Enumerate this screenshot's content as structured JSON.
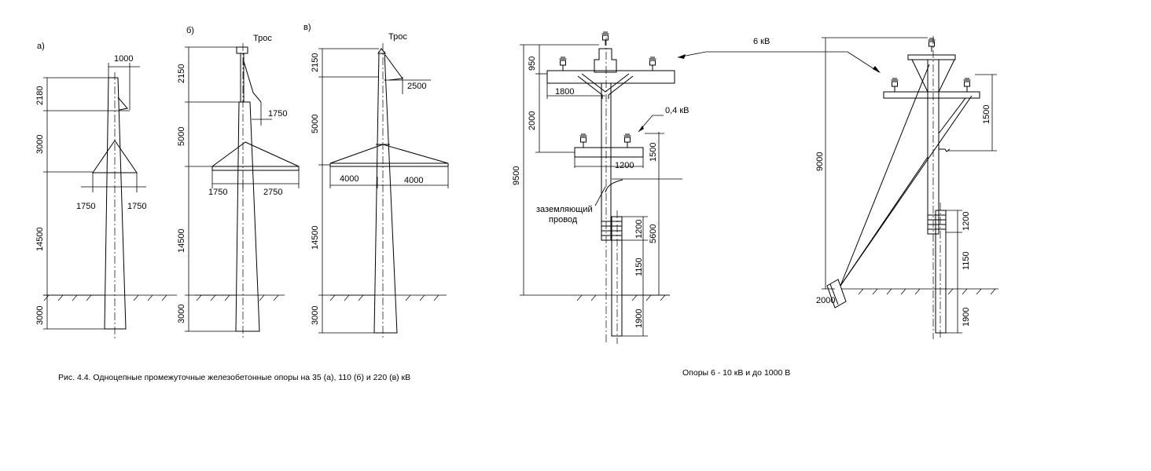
{
  "figure_a": {
    "label": "а)",
    "dims": {
      "top": "1000",
      "d2180": "2180",
      "d3000": "3000",
      "d14500": "14500",
      "d3000b": "3000",
      "left": "1750",
      "right": "1750"
    }
  },
  "figure_b": {
    "label": "б)",
    "tros": "Трос",
    "dims": {
      "d2150": "2150",
      "d1750top": "1750",
      "d5000": "5000",
      "d14500": "14500",
      "d3000": "3000",
      "left": "1750",
      "right": "2750"
    }
  },
  "figure_v": {
    "label": "в)",
    "tros": "Трос",
    "dims": {
      "d2150": "2150",
      "d2500": "2500",
      "d5000": "5000",
      "d14500": "14500",
      "d3000": "3000",
      "left": "4000",
      "right": "4000"
    }
  },
  "figure_low": {
    "voltage_high": "6 кВ",
    "voltage_low": "0,4 кВ",
    "ground_wire": [
      "заземляющий",
      "провод"
    ],
    "dims": {
      "d950": "950",
      "d1800": "1800",
      "d2000": "2000",
      "d9500": "9500",
      "d1500": "1500",
      "d1200x": "1200",
      "d1200": "1200",
      "d5600": "5600",
      "d1150": "1150",
      "d1900": "1900"
    }
  },
  "figure_right": {
    "dims": {
      "d9000": "9000",
      "d1500": "1500",
      "d1200": "1200",
      "d1150": "1150",
      "d1900": "1900",
      "d2000": "2000"
    }
  },
  "captions": {
    "left": "Рис. 4.4. Одноцепные промежуточные железобетонные опоры на 35 (а), 110 (б) и 220 (в) кВ",
    "right": "Опоры 6 - 10 кВ и до 1000 В"
  }
}
